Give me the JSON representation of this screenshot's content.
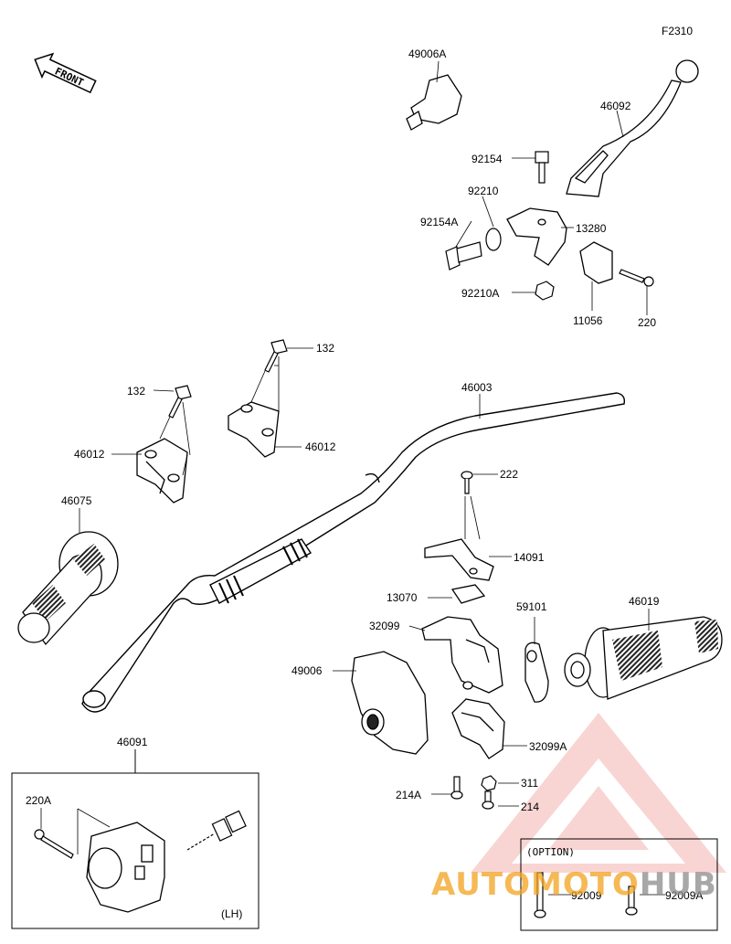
{
  "figure_code": "F2310",
  "front_label": "FRONT",
  "parts": {
    "p49006A": "49006A",
    "p46092": "46092",
    "p92154": "92154",
    "p92210": "92210",
    "p92154A": "92154A",
    "p13280": "13280",
    "p92210A": "92210A",
    "p11056": "11056",
    "p220": "220",
    "p132a": "132",
    "p132b": "132",
    "p46012a": "46012",
    "p46012b": "46012",
    "p46003": "46003",
    "p222": "222",
    "p14091": "14091",
    "p46075": "46075",
    "p13070": "13070",
    "p32099": "32099",
    "p59101": "59101",
    "p46019": "46019",
    "p49006": "49006",
    "p32099A": "32099A",
    "p311": "311",
    "p214A": "214A",
    "p214": "214",
    "p46091": "46091",
    "p220A": "220A",
    "p92009": "92009",
    "p92009A": "92009A"
  },
  "lh_label": "(LH)",
  "option_label": "(OPTION)",
  "watermark": {
    "part1": "AUTO",
    "part2": "MOTO",
    "part3": "HUB"
  },
  "colors": {
    "line": "#000000",
    "watermark_red": "#e8413c",
    "watermark_orange": "#f2a21e",
    "watermark_gray": "#8c8c8c"
  }
}
